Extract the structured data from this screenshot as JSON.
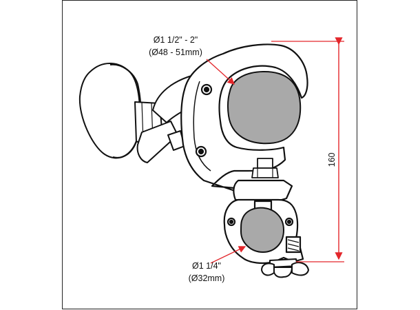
{
  "labels": {
    "large_tube_size": "Ø1 1/2\" - 2\"",
    "large_tube_metric": "(Ø48 - 51mm)",
    "small_tube_size": "Ø1 1/4\"",
    "small_tube_metric": "(Ø32mm)",
    "height_dimension": "160"
  },
  "colors": {
    "frame": "#222222",
    "outline": "#111111",
    "tube_fill": "#a9a9a9",
    "clamp_fill": "#ffffff",
    "leader": "#e3262b"
  },
  "icons": {
    "large_tube": "tube-cross-section-icon",
    "small_tube": "tube-cross-section-icon",
    "bolt_nut": "hex-nut-icon",
    "wing_nut": "wing-nut-icon"
  }
}
